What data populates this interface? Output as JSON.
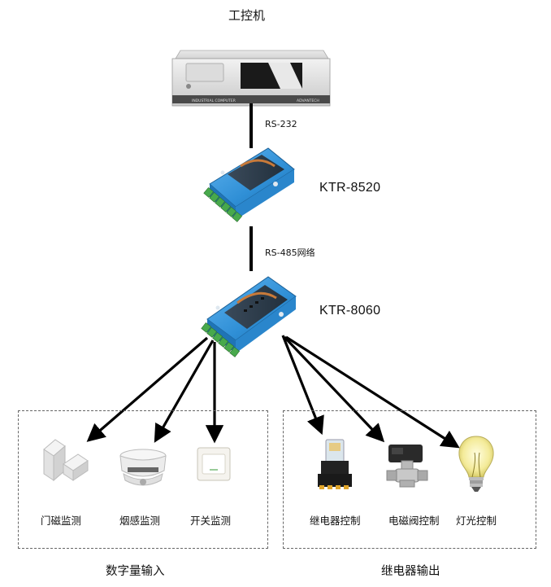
{
  "computer": {
    "title": "工控机",
    "front_text": "INDUSTRIAL COMPUTER",
    "brand": "ADVANTECH"
  },
  "links": {
    "rs232": "RS-232",
    "rs485": "RS-485网络"
  },
  "modules": {
    "converter": "KTR-8520",
    "io": "KTR-8060"
  },
  "input_group": {
    "title": "数字量输入",
    "items": [
      {
        "label": "门磁监测",
        "icon": "door-sensor-icon"
      },
      {
        "label": "烟感监测",
        "icon": "smoke-detector-icon"
      },
      {
        "label": "开关监测",
        "icon": "wall-switch-icon"
      }
    ]
  },
  "output_group": {
    "title": "继电器输出",
    "items": [
      {
        "label": "继电器控制",
        "icon": "relay-icon"
      },
      {
        "label": "电磁阀控制",
        "icon": "solenoid-valve-icon"
      },
      {
        "label": "灯光控制",
        "icon": "light-bulb-icon"
      }
    ]
  },
  "colors": {
    "module_blue": "#2f8fd6",
    "terminal_green": "#4caf50",
    "line": "#000000"
  }
}
